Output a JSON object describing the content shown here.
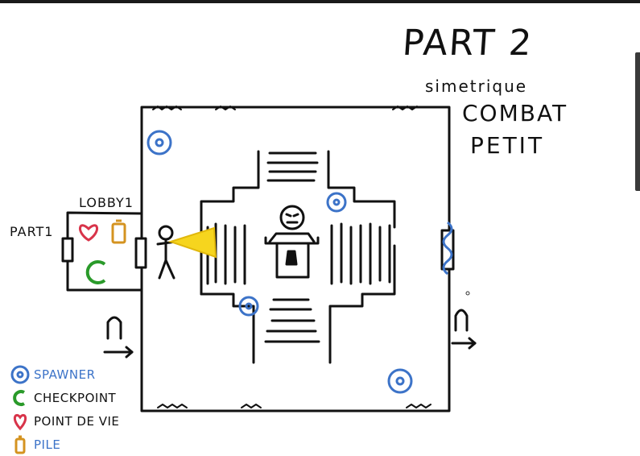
{
  "annotations": {
    "title": "PART 2",
    "note_line1": "simetrique",
    "note_line2": "COMBAT",
    "note_line3": "PETIT"
  },
  "labels": {
    "lobby": "LOBBY1",
    "part1": "PART1"
  },
  "legend": [
    {
      "icon": "spawner-icon",
      "label": "SPAWNER",
      "color": "#3c73c8"
    },
    {
      "icon": "checkpoint-icon",
      "label": "CHECKPOINT",
      "color": "#2a9a2a"
    },
    {
      "icon": "heart-icon",
      "label": "POINT DE VIE",
      "color": "#d8344a"
    },
    {
      "icon": "battery-icon",
      "label": "PILE",
      "color": "#d49320"
    }
  ]
}
